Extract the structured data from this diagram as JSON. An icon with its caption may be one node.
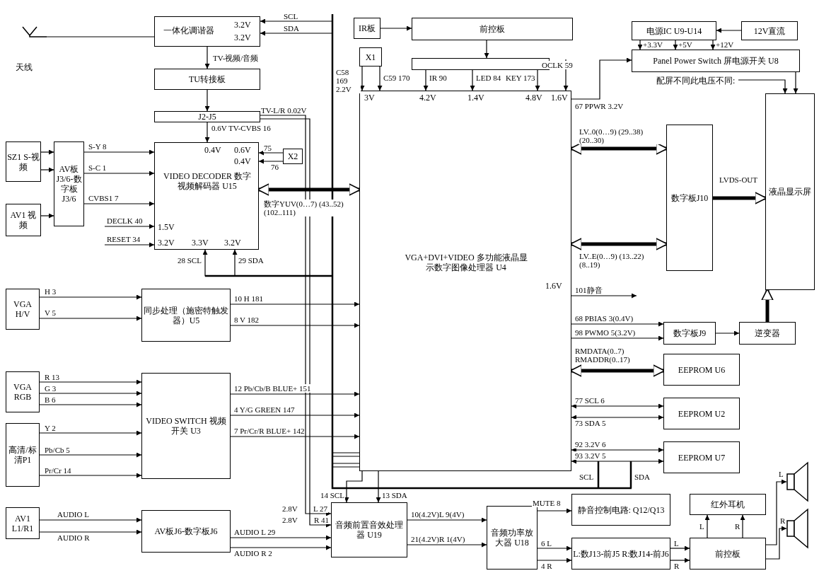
{
  "diagram": {
    "nodes": [
      {
        "text": [
          "天线"
        ]
      },
      {
        "text": [
          "一体化调谐器",
          "3.2V",
          "3.2V"
        ]
      },
      {
        "text": [
          "TU转接板"
        ]
      },
      {
        "text": [
          "J2-J5"
        ]
      },
      {
        "text": [
          "SZ1 S-视频"
        ]
      },
      {
        "text": [
          "AV1 视频"
        ]
      },
      {
        "text": [
          "AV板J3/6-数字板J3/6"
        ]
      },
      {
        "text": [
          "0.4V",
          "0.6V",
          "0.4V",
          "VIDEO DECODER 数字视频解码器 U15",
          "1.5V",
          "3.2V",
          "3.3V",
          "3.2V"
        ]
      },
      {
        "text": [
          "X2"
        ]
      },
      {
        "text": [
          "VGA H/V"
        ]
      },
      {
        "text": [
          "同步处理（施密特触发器）U5"
        ]
      },
      {
        "text": [
          "VGA RGB"
        ]
      },
      {
        "text": [
          "高清/标清P1"
        ]
      },
      {
        "text": [
          "VIDEO SWITCH 视频开关 U3"
        ]
      },
      {
        "text": [
          "AV1 L1/R1"
        ]
      },
      {
        "text": [
          "AV板J6-数字板J6"
        ]
      },
      {
        "text": [
          "IR板"
        ]
      },
      {
        "text": [
          "前控板"
        ]
      },
      {
        "text": [],
        "shape": "bar"
      },
      {
        "text": [
          "X1"
        ]
      },
      {
        "text": [
          "3V",
          "4.2V",
          "1.4V",
          "4.8V",
          "1.6V",
          "VGA+DVI+VIDEO 多功能液晶显示数字图像处理器 U4",
          "1.6V"
        ]
      },
      {
        "text": [
          "电源IC U9-U14"
        ]
      },
      {
        "text": [
          "12V直流"
        ]
      },
      {
        "text": [
          "Panel Power Switch 屏电源开关 U8"
        ]
      },
      {
        "text": [
          "数字板J10"
        ]
      },
      {
        "text": [
          "液晶显示屏"
        ]
      },
      {
        "text": [
          "数字板J9"
        ]
      },
      {
        "text": [
          "逆变器"
        ]
      },
      {
        "text": [
          "EEPROM U6"
        ]
      },
      {
        "text": [
          "EEPROM U2"
        ]
      },
      {
        "text": [
          "EEPROM U7"
        ]
      },
      {
        "text": [
          "音频前置音效处理器 U19"
        ]
      },
      {
        "text": [
          "音频功率放大器 U18"
        ]
      },
      {
        "text": [
          "静音控制电路: Q12/Q13"
        ]
      },
      {
        "text": [
          "L:数J13-前J5 R:数J14-前J6"
        ]
      },
      {
        "text": [
          "红外耳机"
        ]
      },
      {
        "text": [
          "前控板"
        ]
      },
      {
        "text": [],
        "shape": "speaker"
      },
      {
        "text": [],
        "shape": "speaker"
      },
      {
        "text": [
          "配屏不同此电压不同:"
        ]
      }
    ],
    "edges": [
      {
        "from": 0,
        "to": 1,
        "arrow": "none"
      },
      {
        "from": 1,
        "to": 2,
        "arrow": "to",
        "label": "TV-视频/音频"
      },
      {
        "from": 2,
        "to": 3,
        "arrow": "to"
      },
      {
        "from": 3,
        "to": 7,
        "arrow": "to",
        "label": "0.6V TV-CVBS 16"
      },
      {
        "from": 3,
        "to": 31,
        "arrow": "to",
        "label": "L 27"
      },
      {
        "from": 3,
        "to": 31,
        "arrow": "to",
        "label": "R 41"
      },
      {
        "from": 4,
        "to": 6,
        "arrow": "to"
      },
      {
        "from": 4,
        "to": 6,
        "arrow": "to"
      },
      {
        "from": 5,
        "to": 6,
        "arrow": "to"
      },
      {
        "from": 6,
        "to": 7,
        "arrow": "to",
        "label": "S-Y 8"
      },
      {
        "from": 6,
        "to": 7,
        "arrow": "to",
        "label": "S-C 1"
      },
      {
        "from": 6,
        "to": 7,
        "arrow": "to",
        "label": "CVBS1 7"
      },
      {
        "from": null,
        "to": 7,
        "arrow": "to",
        "label": "DECLK 40"
      },
      {
        "from": null,
        "to": 7,
        "arrow": "to",
        "label": "RESET 34"
      },
      {
        "from": 8,
        "to": 7,
        "arrow": "to",
        "label": "75"
      },
      {
        "from": 8,
        "to": 7,
        "arrow": "to",
        "label": "76"
      },
      {
        "from": 7,
        "to": 20,
        "arrow": "both",
        "style": "thick",
        "label": "数字YUV(0…7) (43..52) (102..111)"
      },
      {
        "from": 20,
        "to": 7,
        "arrow": "to",
        "label": "28 SCL"
      },
      {
        "from": 20,
        "to": 7,
        "arrow": "to",
        "label": "29 SDA"
      },
      {
        "from": 20,
        "to": 1,
        "arrow": "to",
        "label": "SCL"
      },
      {
        "from": 20,
        "to": 1,
        "arrow": "to",
        "label": "SDA"
      },
      {
        "from": 9,
        "to": 10,
        "arrow": "to",
        "label": "H 3"
      },
      {
        "from": 9,
        "to": 10,
        "arrow": "to",
        "label": "V 5"
      },
      {
        "from": 10,
        "to": 20,
        "arrow": "to",
        "label": "10 H 181"
      },
      {
        "from": 10,
        "to": 20,
        "arrow": "to",
        "label": "8 V 182"
      },
      {
        "from": 11,
        "to": 13,
        "arrow": "to",
        "label": "R 13"
      },
      {
        "from": 11,
        "to": 13,
        "arrow": "to",
        "label": "G 3"
      },
      {
        "from": 11,
        "to": 13,
        "arrow": "to",
        "label": "B 6"
      },
      {
        "from": 12,
        "to": 13,
        "arrow": "to",
        "label": "Y 2"
      },
      {
        "from": 12,
        "to": 13,
        "arrow": "to",
        "label": "Pb/Cb 5"
      },
      {
        "from": 12,
        "to": 13,
        "arrow": "to",
        "label": "Pr/Cr 14"
      },
      {
        "from": 13,
        "to": 20,
        "arrow": "to",
        "label": "12 Pb/Cb/B BLUE+ 151"
      },
      {
        "from": 13,
        "to": 20,
        "arrow": "to",
        "label": "4 Y/G GREEN 147"
      },
      {
        "from": 13,
        "to": 20,
        "arrow": "to",
        "label": "7 Pr/Cr/R BLUE+ 142"
      },
      {
        "from": 14,
        "to": 15,
        "arrow": "to",
        "label": "AUDIO L"
      },
      {
        "from": 14,
        "to": 15,
        "arrow": "to",
        "label": "AUDIO R"
      },
      {
        "from": 15,
        "to": 31,
        "arrow": "to",
        "label": "AUDIO L 29"
      },
      {
        "from": 15,
        "to": 31,
        "arrow": "to",
        "label": "AUDIO R 2"
      },
      {
        "from": 20,
        "to": 31,
        "arrow": "to",
        "label": "14 SCL"
      },
      {
        "from": 20,
        "to": 31,
        "arrow": "to",
        "label": "13 SDA"
      },
      {
        "from": 16,
        "to": 17,
        "arrow": "to"
      },
      {
        "from": 17,
        "to": 18,
        "arrow": "to"
      },
      {
        "from": 18,
        "to": 20,
        "arrow": "to",
        "label": "IR 90"
      },
      {
        "from": 18,
        "to": 20,
        "arrow": "to",
        "label": "LED 84"
      },
      {
        "from": 18,
        "to": 20,
        "arrow": "to",
        "label": "KEY 173"
      },
      {
        "from": null,
        "to": 20,
        "arrow": "to",
        "label": "OCLK 59"
      },
      {
        "from": 19,
        "to": 20,
        "arrow": "to",
        "label": "C59 170"
      },
      {
        "from": 19,
        "to": 20,
        "arrow": "to",
        "label": "C58 169 2.2V"
      },
      {
        "from": 22,
        "to": 21,
        "arrow": "to"
      },
      {
        "from": 21,
        "to": 23,
        "arrow": "to",
        "label": "+3.3V"
      },
      {
        "from": 21,
        "to": 23,
        "arrow": "to",
        "label": "+5V"
      },
      {
        "from": 21,
        "to": 23,
        "arrow": "to",
        "label": "+12V"
      },
      {
        "from": 20,
        "to": 23,
        "arrow": "to",
        "label": "67 PPWR 3.2V"
      },
      {
        "from": 23,
        "to": 25,
        "arrow": "to"
      },
      {
        "from": 39,
        "to": 25,
        "arrow": "to"
      },
      {
        "from": 20,
        "to": 24,
        "arrow": "both",
        "style": "thick",
        "label": "LV..0(0…9) (29..38) (20..30)"
      },
      {
        "from": 20,
        "to": 24,
        "arrow": "both",
        "style": "thick",
        "label": "LV..E(0…9) (13..22) (8..19)"
      },
      {
        "from": 24,
        "to": 25,
        "arrow": "to",
        "style": "thick",
        "label": "LVDS-OUT"
      },
      {
        "from": 20,
        "to": null,
        "arrow": "to",
        "label": "101静音"
      },
      {
        "from": 20,
        "to": 26,
        "arrow": "to",
        "label": "68 PBIAS 3(0.4V)"
      },
      {
        "from": 20,
        "to": 26,
        "arrow": "to",
        "label": "98 PWMO 5(3.2V)"
      },
      {
        "from": 26,
        "to": 27,
        "arrow": "to"
      },
      {
        "from": 27,
        "to": 25,
        "arrow": "to",
        "style": "thick"
      },
      {
        "from": 20,
        "to": 28,
        "arrow": "both",
        "style": "thick",
        "label": "RMDATA(0..7) RMADDR(0..17)"
      },
      {
        "from": 20,
        "to": 29,
        "arrow": "both",
        "label": "77 SCL 6"
      },
      {
        "from": 20,
        "to": 29,
        "arrow": "both",
        "label": "73 SDA 5"
      },
      {
        "from": 20,
        "to": 30,
        "arrow": "both",
        "label": "92 3.2V 6"
      },
      {
        "from": 20,
        "to": 30,
        "arrow": "both",
        "label": "93 3.2V 5"
      },
      {
        "from": 31,
        "to": 32,
        "arrow": "to",
        "label": "10(4.2V)L 9(4V)"
      },
      {
        "from": 31,
        "to": 32,
        "arrow": "to",
        "label": "21(4.2V)R 1(4V)"
      },
      {
        "from": 32,
        "to": 33,
        "arrow": "to",
        "label": "MUTE 8"
      },
      {
        "from": 32,
        "to": 34,
        "arrow": "to",
        "label": "6 L"
      },
      {
        "from": 32,
        "to": 34,
        "arrow": "to",
        "label": "4 R"
      },
      {
        "from": 34,
        "to": 36,
        "arrow": "to",
        "label": "L"
      },
      {
        "from": 34,
        "to": 36,
        "arrow": "to",
        "label": "R"
      },
      {
        "from": 36,
        "to": 35,
        "arrow": "to",
        "label": "L"
      },
      {
        "from": 36,
        "to": 35,
        "arrow": "to",
        "label": "R"
      },
      {
        "from": 36,
        "to": 37,
        "arrow": "to",
        "label": "L"
      },
      {
        "from": 36,
        "to": 38,
        "arrow": "to",
        "label": "R"
      }
    ],
    "labels": [
      "TV-L/R 0.02V",
      "2.8V",
      "2.8V",
      "SCL",
      "SDA"
    ]
  }
}
